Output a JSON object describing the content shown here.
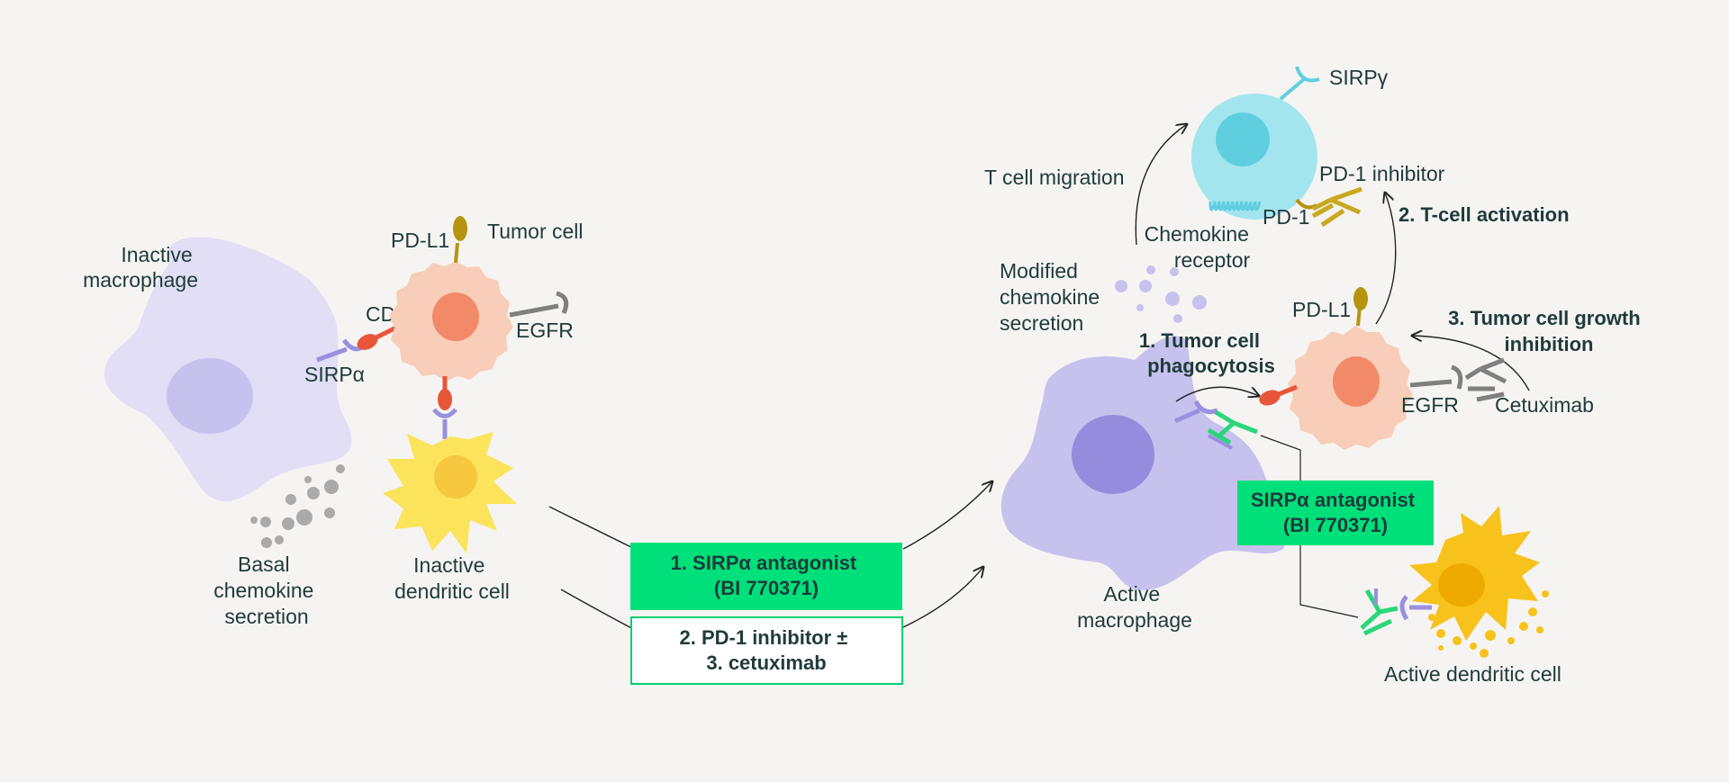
{
  "left": {
    "inactive_macrophage": [
      "Inactive",
      "macrophage"
    ],
    "basal_secretion": [
      "Basal",
      "chemokine",
      "secretion"
    ],
    "inactive_dendritic": [
      "Inactive",
      "dendritic cell"
    ],
    "tumor_cell": "Tumor cell",
    "pd_l1": "PD-L1",
    "cd47": "CD47",
    "egfr": "EGFR",
    "sirpa": "SIRPα"
  },
  "treatments": {
    "box1": [
      "1.  SIRPα antagonist",
      "(BI 770371)"
    ],
    "box2": [
      "2. PD-1 inhibitor ±",
      "3. cetuximab"
    ]
  },
  "right": {
    "sirpg": "SIRPγ",
    "t_cell_migration": "T cell migration",
    "pd1_inhibitor": "PD-1 inhibitor",
    "pd1": "PD-1",
    "chemokine_receptor": [
      "Chemokine",
      "receptor"
    ],
    "t_cell_activation": "2. T-cell  activation",
    "modified_secretion": [
      "Modified",
      "chemokine",
      "secretion"
    ],
    "pd_l1": "PD-L1",
    "phagocytosis": [
      "1. Tumor cell",
      "phagocytosis"
    ],
    "growth_inhibition": [
      "3. Tumor cell growth",
      "inhibition"
    ],
    "egfr": "EGFR",
    "cetuximab": "Cetuximab",
    "sirpa_antagonist": [
      "SIRPα antagonist",
      "(BI 770371)"
    ],
    "active_macrophage": [
      "Active",
      "macrophage"
    ],
    "active_dendritic": "Active dendritic cell"
  },
  "colors": {
    "green": "#00e07a",
    "macrophage_light": "#e1def5",
    "macrophage_active": "#c7c1ee",
    "tumor": "#f8cdb9",
    "tumor_nucleus": "#f28a6a",
    "dendritic": "#fbe35c",
    "dendritic_active": "#f7c21b",
    "t_cell": "#a3e5ee"
  }
}
